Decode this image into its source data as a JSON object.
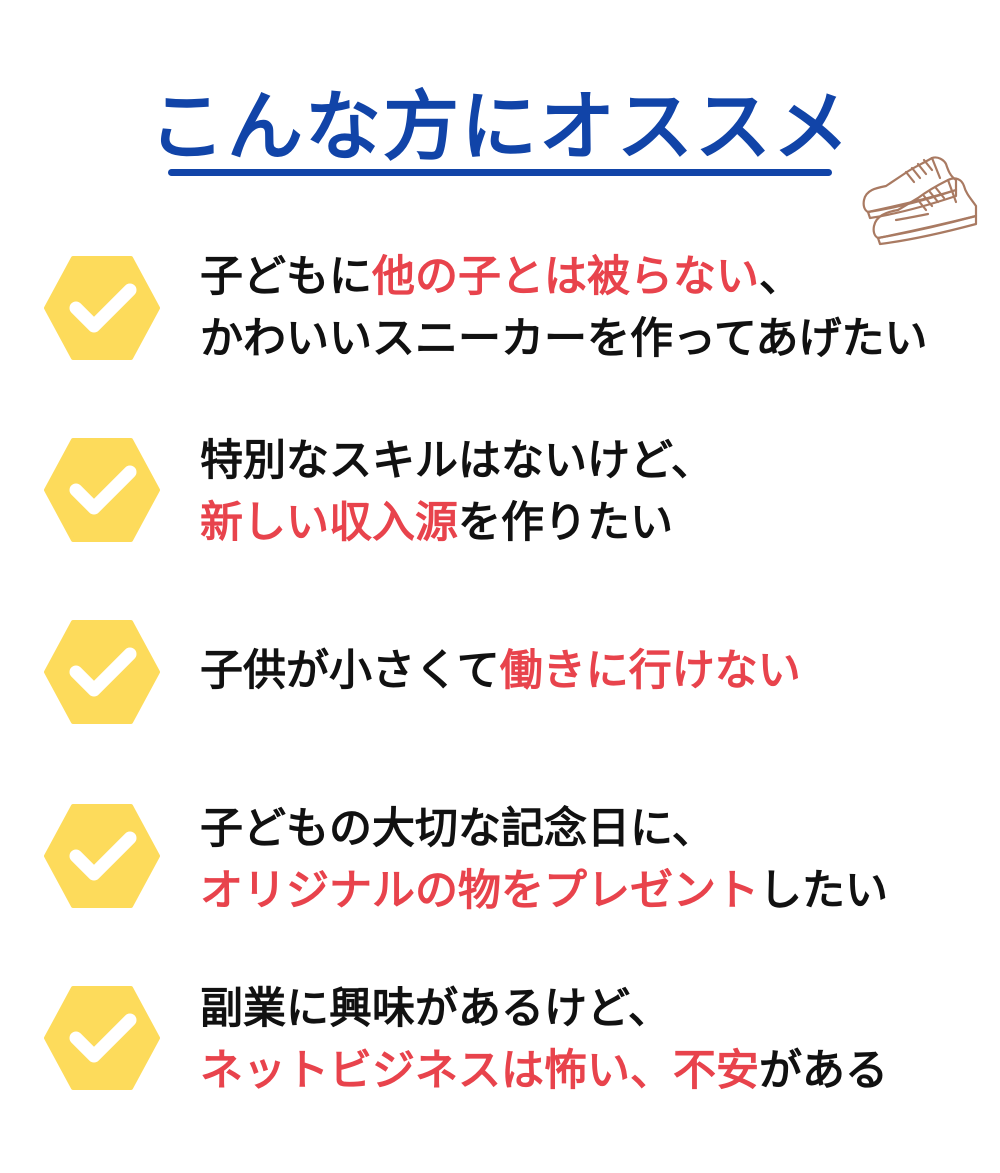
{
  "title": "こんな方にオススメ",
  "colors": {
    "title": "#1144a8",
    "accent_red": "#e8434c",
    "check_hex": "#fddb5b",
    "text": "#111111",
    "sneaker_line": "#a97a62"
  },
  "icons": {
    "check": "check-hexagon-icon",
    "decoration": "sneakers-icon"
  },
  "items": [
    {
      "line1": [
        {
          "text": "子どもに",
          "red": false
        },
        {
          "text": "他の子とは被らない",
          "red": true
        },
        {
          "text": "、",
          "red": false
        }
      ],
      "line2": [
        {
          "text": "かわいいスニーカーを作ってあげたい",
          "red": false
        }
      ]
    },
    {
      "line1": [
        {
          "text": "特別なスキルはないけど、",
          "red": false
        }
      ],
      "line2": [
        {
          "text": "新しい収入源",
          "red": true
        },
        {
          "text": "を作りたい",
          "red": false
        }
      ]
    },
    {
      "line1": [
        {
          "text": "子供が小さくて",
          "red": false
        },
        {
          "text": "働きに行けない",
          "red": true
        }
      ]
    },
    {
      "line1": [
        {
          "text": "子どもの大切な記念日に、",
          "red": false
        }
      ],
      "line2": [
        {
          "text": "オリジナルの物をプレゼント",
          "red": true
        },
        {
          "text": "したい",
          "red": false
        }
      ]
    },
    {
      "line1": [
        {
          "text": "副業に興味があるけど、",
          "red": false
        }
      ],
      "line2": [
        {
          "text": "ネットビジネスは怖い、不安",
          "red": true
        },
        {
          "text": "がある",
          "red": false
        }
      ]
    }
  ]
}
